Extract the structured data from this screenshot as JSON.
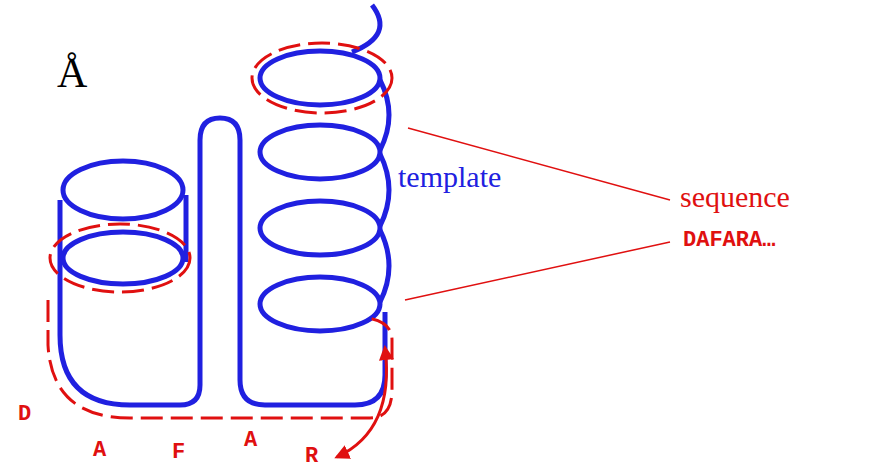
{
  "diagram": {
    "labels": [
      "Å",
      "template",
      "sequence",
      "DAFARA…",
      "D",
      "A",
      "F",
      "A",
      "R"
    ]
  }
}
